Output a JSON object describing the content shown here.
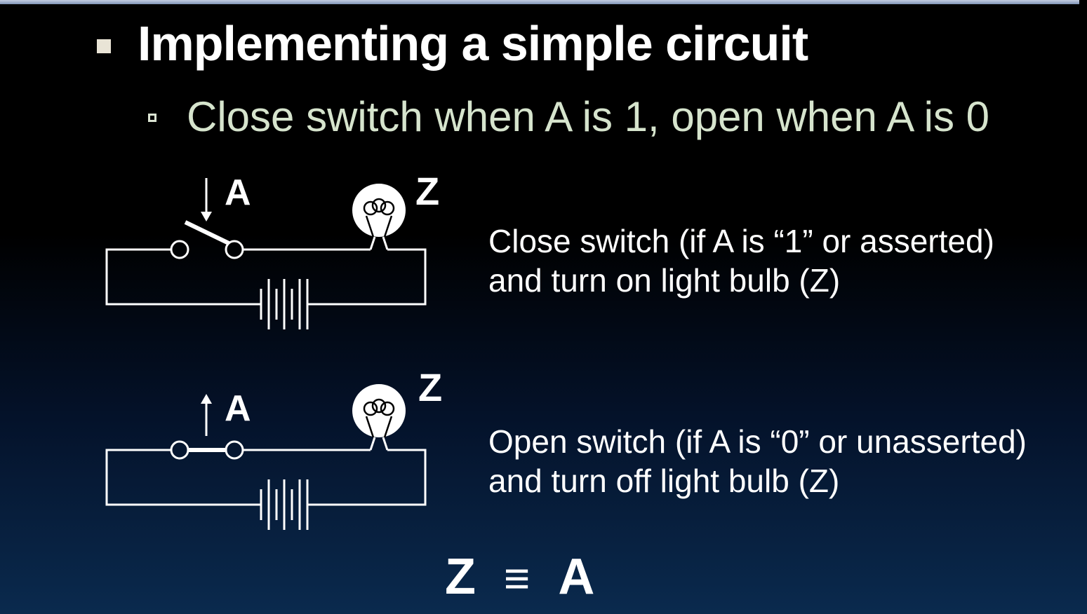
{
  "slide": {
    "title": "Implementing a simple circuit",
    "subtitle": "Close switch when A is 1, open when A is 0",
    "closed_case": {
      "input_label": "A",
      "output_label": "Z",
      "description_line1": "Close switch (if A is “1” or asserted)",
      "description_line2": "and turn on light bulb (Z)"
    },
    "open_case": {
      "input_label": "A",
      "output_label": "Z",
      "description_line1": "Open switch (if A is “0” or unasserted)",
      "description_line2": "and turn off light bulb (Z)"
    },
    "equation": {
      "left": "Z",
      "operator": "≡",
      "right": "A"
    }
  },
  "colors": {
    "title": "#ffffff",
    "subtitle": "#d6e4cd",
    "background_top": "#000000",
    "background_bottom": "#0a2a4e",
    "wire": "#ffffff"
  }
}
